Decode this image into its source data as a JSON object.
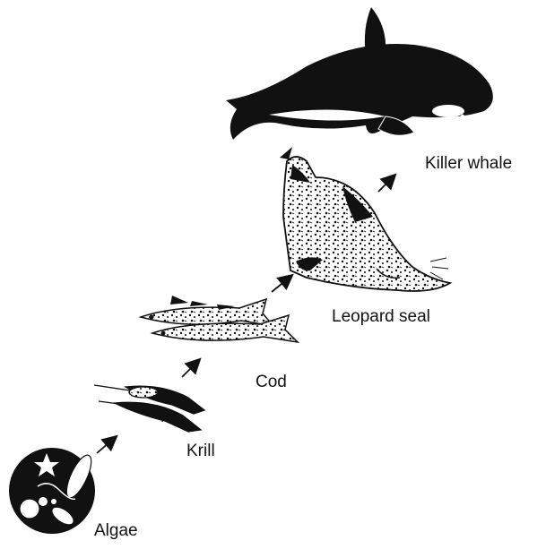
{
  "food_chain": {
    "organisms": [
      {
        "id": "algae",
        "label": "Algae"
      },
      {
        "id": "krill",
        "label": "Krill"
      },
      {
        "id": "cod",
        "label": "Cod"
      },
      {
        "id": "leopard_seal",
        "label": "Leopard seal"
      },
      {
        "id": "killer_whale",
        "label": "Killer whale"
      }
    ],
    "links": [
      {
        "from": "algae",
        "to": "krill"
      },
      {
        "from": "krill",
        "to": "cod"
      },
      {
        "from": "cod",
        "to": "leopard_seal"
      },
      {
        "from": "leopard_seal",
        "to": "killer_whale"
      }
    ]
  },
  "colors": {
    "ink": "#111111",
    "background": "#ffffff",
    "light_fill": "#ffffff"
  }
}
